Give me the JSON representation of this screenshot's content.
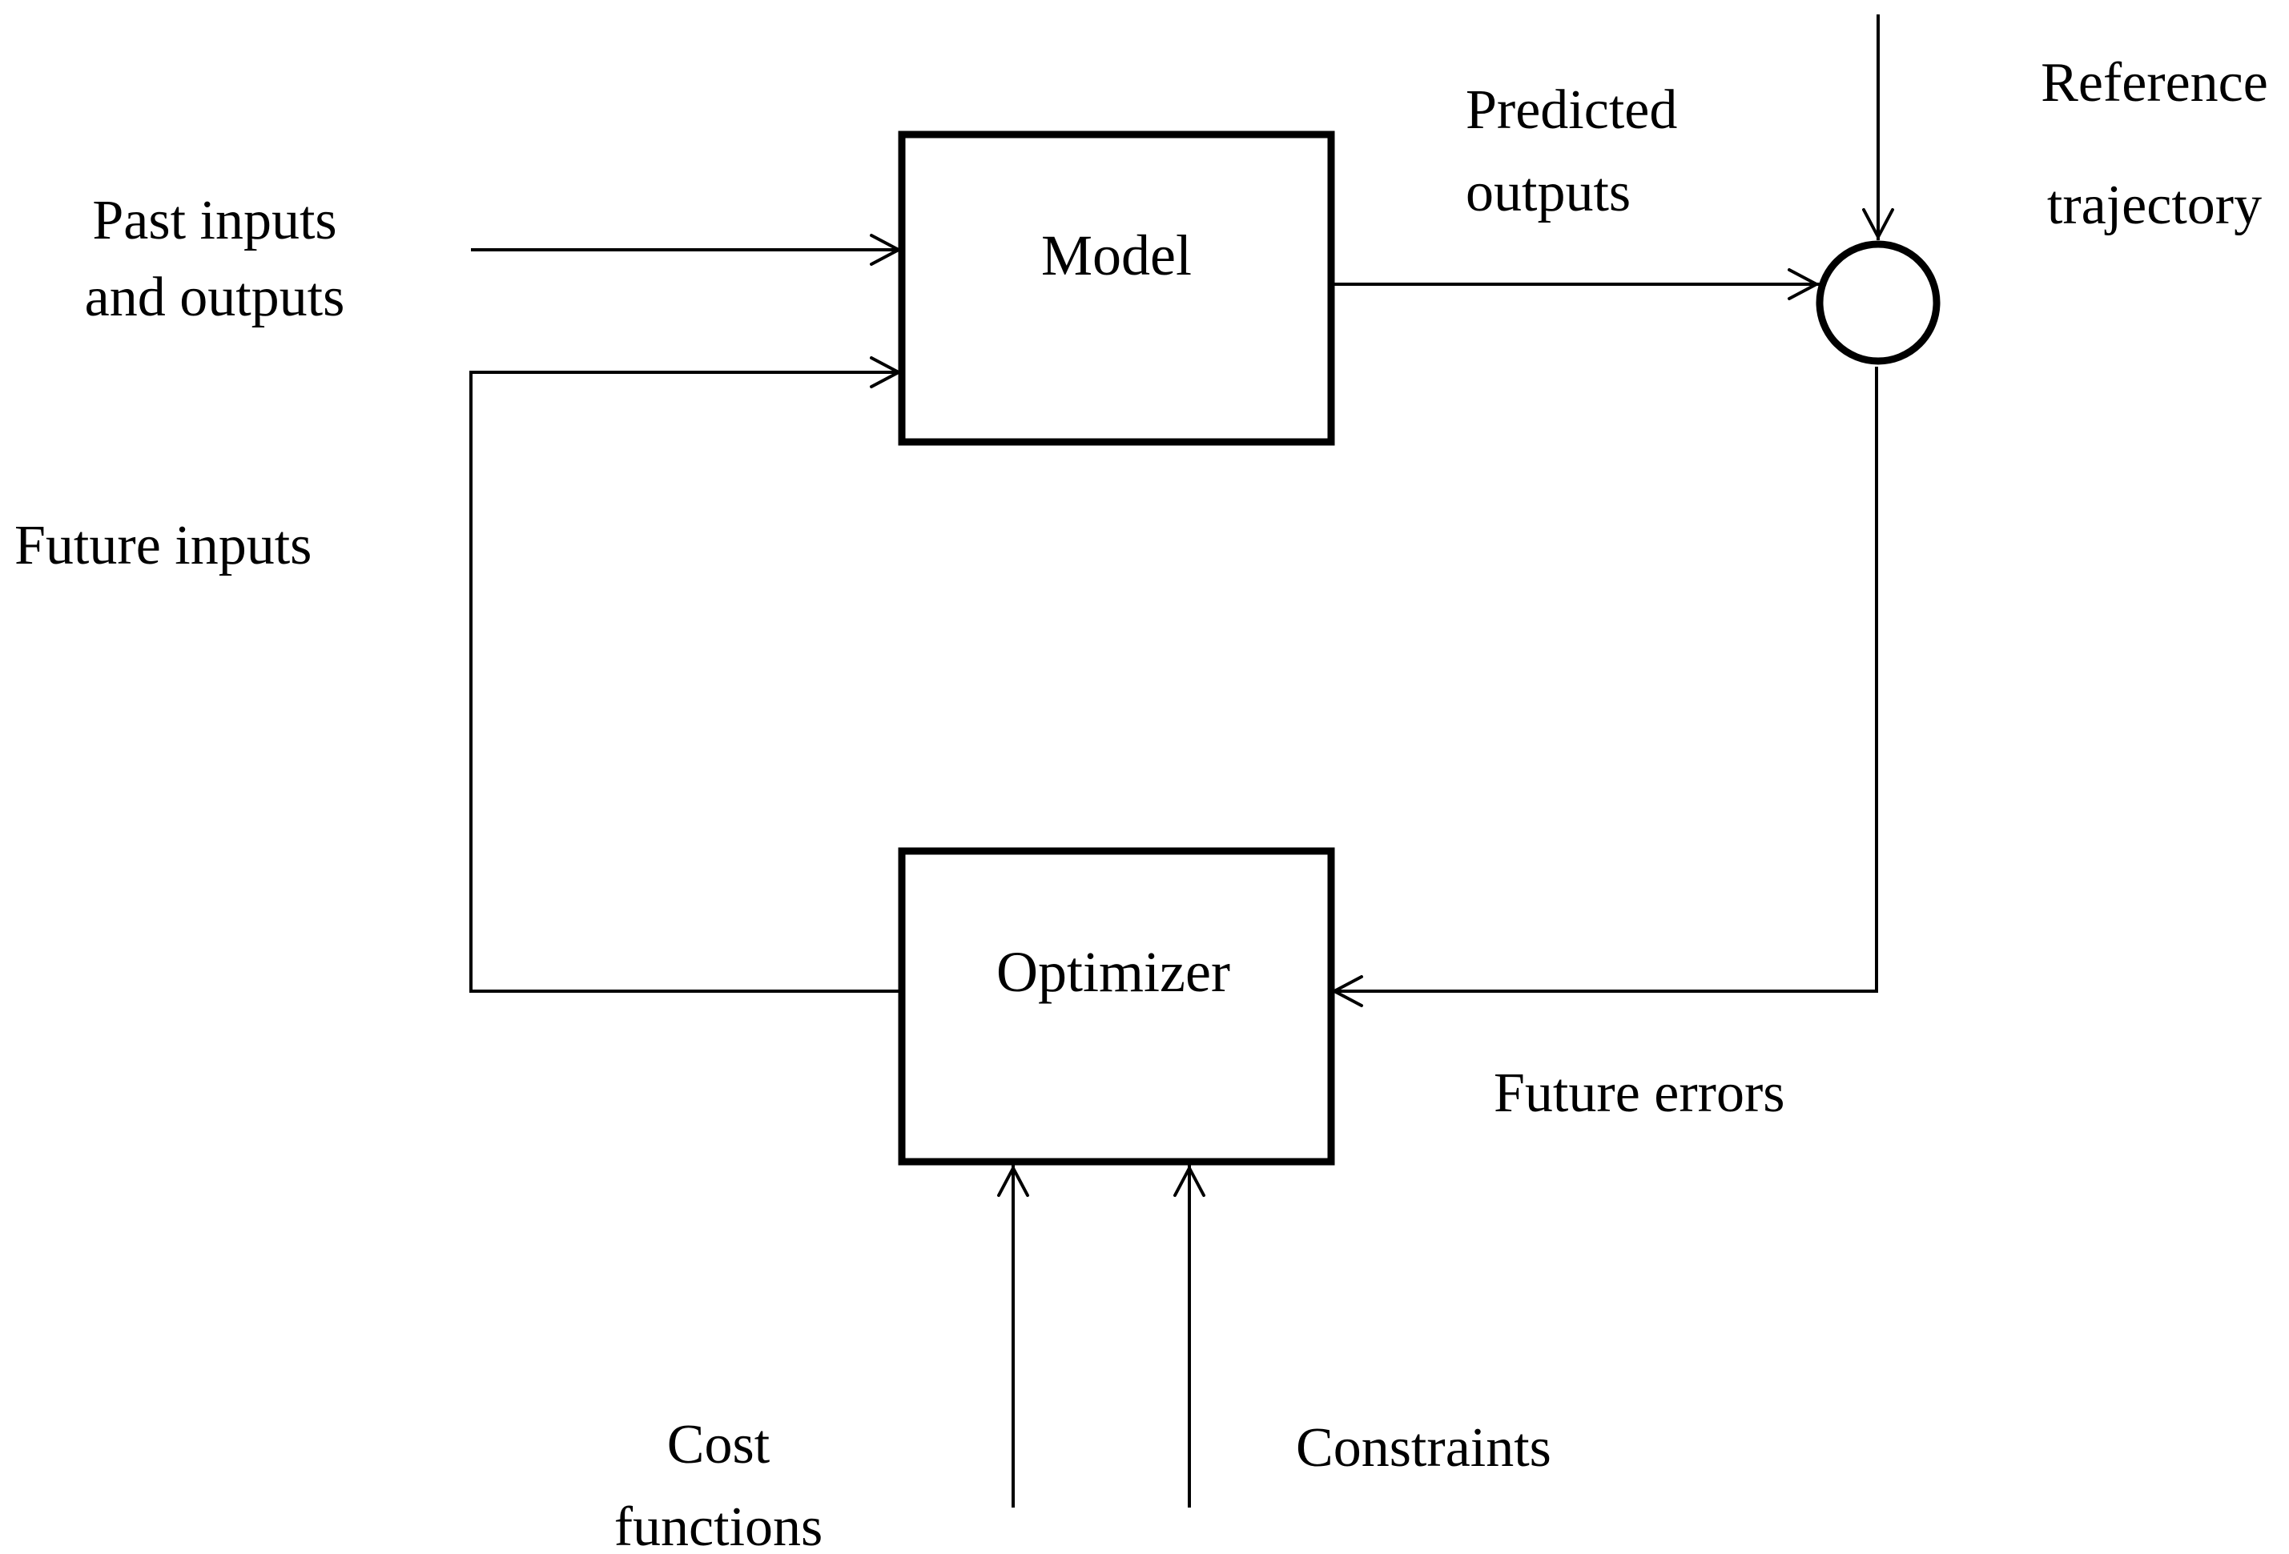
{
  "blocks": {
    "model": "Model",
    "optimizer": "Optimizer"
  },
  "labels": {
    "past_inputs_line1": "Past inputs",
    "past_inputs_line2": "and outputs",
    "future_inputs": "Future inputs",
    "predicted_outputs_line1": "Predicted",
    "predicted_outputs_line2": "outputs",
    "reference_line1": "Reference",
    "reference_line2": "trajectory",
    "future_errors": "Future errors",
    "cost_functions_line1": "Cost",
    "cost_functions_line2": "functions",
    "constraints": "Constraints"
  }
}
